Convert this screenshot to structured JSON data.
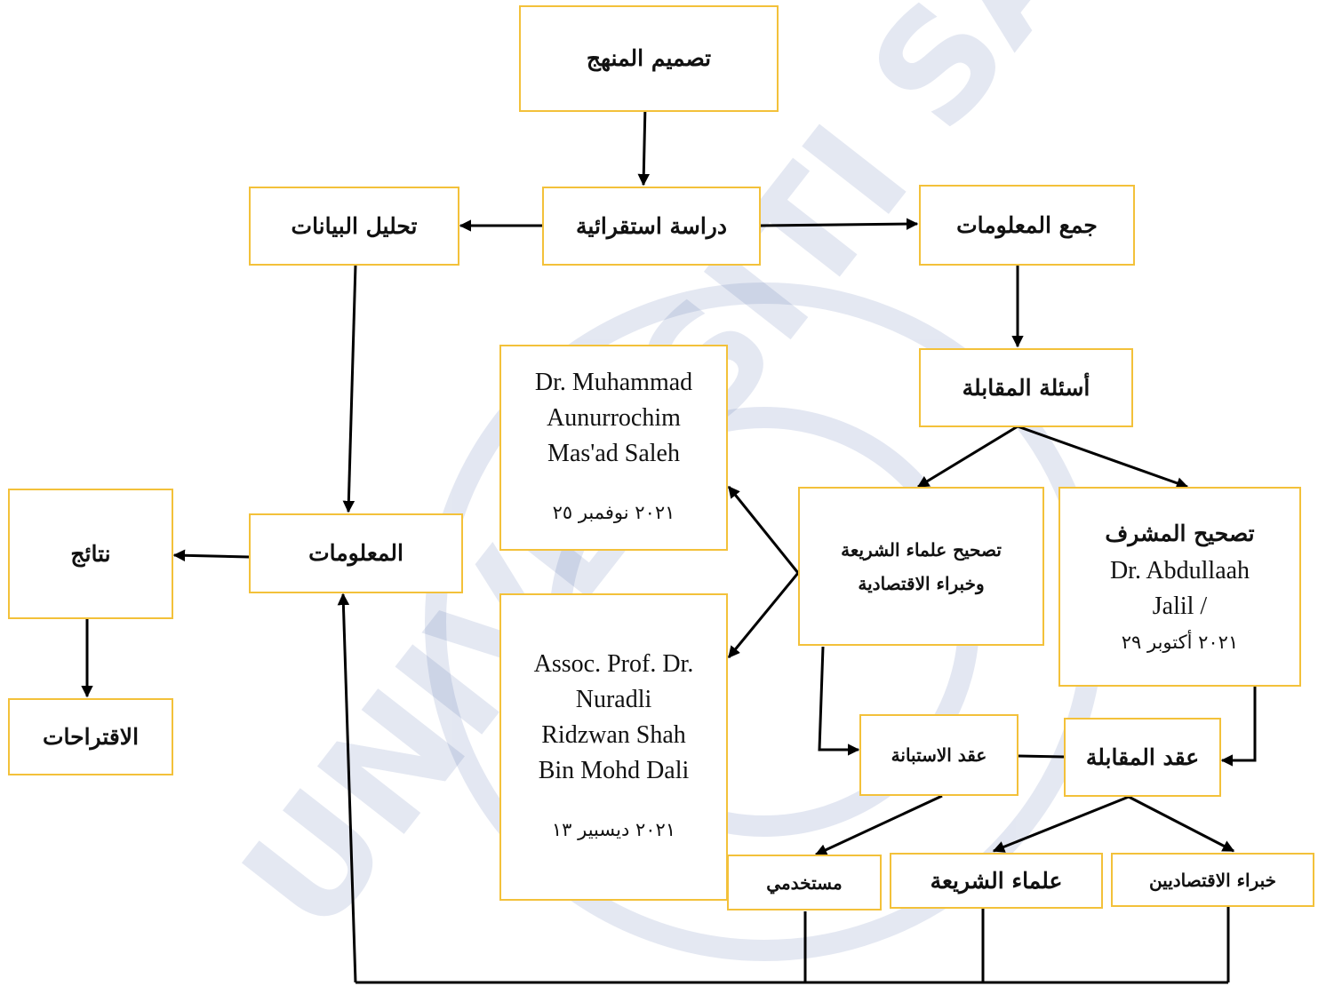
{
  "nodes": {
    "curriculum_design": "تصميم المنهج",
    "exploratory_study": "دراسة استقرائية",
    "data_analysis": "تحليل البيانات",
    "data_collection": "جمع المعلومات",
    "interview_questions": "أسئلة المقابلة",
    "reviewer1": {
      "line1": "Dr. Muhammad",
      "line2": "Aunurrochim",
      "line3": "Mas'ad Saleh",
      "date": "٢٠٢١ نوفمبر ٢٥"
    },
    "reviewer2": {
      "line1": "Assoc. Prof. Dr.",
      "line2": "Nuradli",
      "line3": "Ridzwan Shah",
      "line4": "Bin Mohd Dali",
      "date": "٢٠٢١ ديسبير ١٣"
    },
    "sharia_review": {
      "line1": "تصحيح علماء الشريعة",
      "line2": "وخبراء الاقتصادية"
    },
    "supervisor_review": {
      "title": "تصحيح المشرف",
      "line1": "Dr. Abdullaah",
      "line2": "Jalil /",
      "date": "٢٠٢١ أكتوبر ٢٩"
    },
    "information": "المعلومات",
    "results": "نتائج",
    "suggestions": "الاقتراحات",
    "questionnaire": "عقد الاستبانة",
    "interview": "عقد المقابلة",
    "users": "مستخدمي",
    "sharia_scholars": "علماء الشريعة",
    "economists": "خبراء الاقتصاديين"
  },
  "colors": {
    "box_border": "#f3c13a",
    "arrow": "#000000",
    "watermark": "#2f4f9e"
  },
  "watermark": {
    "text": "UNIVERSITI SAINS ISLAM MALAYSIA"
  }
}
